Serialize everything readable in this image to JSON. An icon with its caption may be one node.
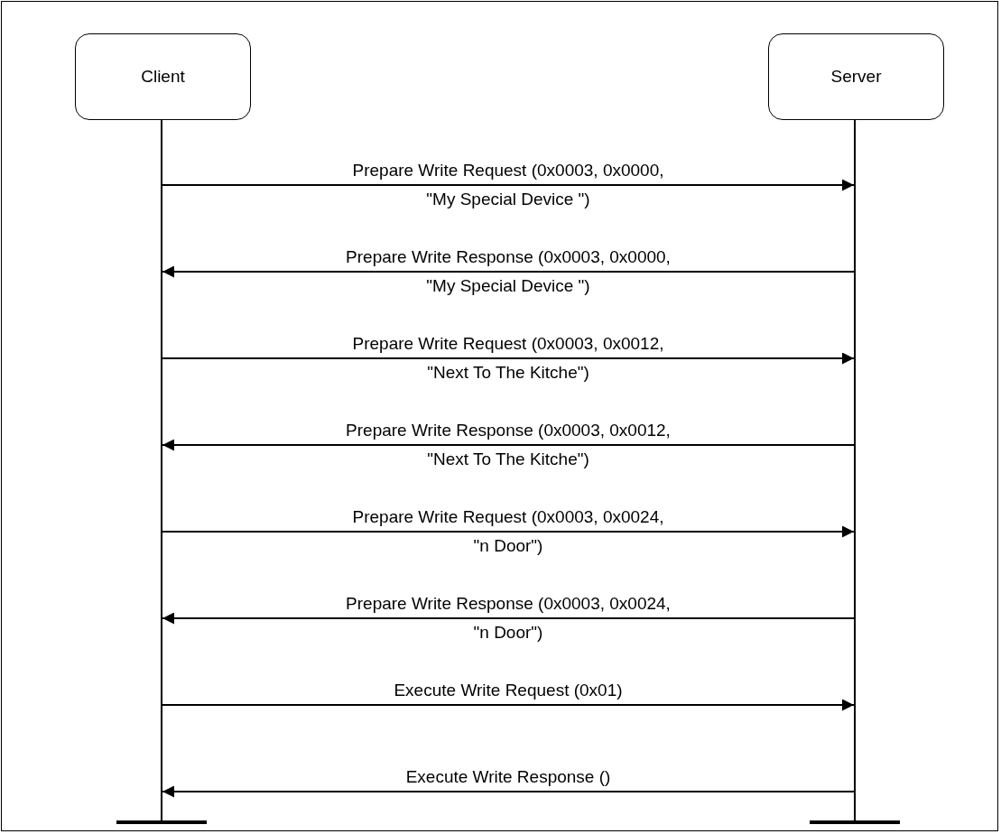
{
  "diagram": {
    "nodes": [
      {
        "text": [
          "Client"
        ]
      },
      {
        "text": [
          "Server"
        ]
      },
      {
        "text": [],
        "shape": "line"
      },
      {
        "text": [],
        "shape": "line"
      }
    ],
    "edges": [
      {
        "from": 2,
        "to": 3,
        "arrow": "to",
        "label": "Prepare Write Request (0x0003, 0x0000, \"My Special Device \")"
      },
      {
        "from": 3,
        "to": 2,
        "arrow": "to",
        "label": "Prepare Write Response (0x0003, 0x0000, \"My Special Device \")"
      },
      {
        "from": 2,
        "to": 3,
        "arrow": "to",
        "label": "Prepare Write Request (0x0003, 0x0012, \"Next To The Kitche\")"
      },
      {
        "from": 3,
        "to": 2,
        "arrow": "to",
        "label": "Prepare Write Response (0x0003, 0x0012, \"Next To The Kitche\")"
      },
      {
        "from": 2,
        "to": 3,
        "arrow": "to",
        "label": "Prepare Write Request (0x0003, 0x0024, \"n Door\")"
      },
      {
        "from": 3,
        "to": 2,
        "arrow": "to",
        "label": "Prepare Write Response (0x0003, 0x0024, \"n Door\")"
      },
      {
        "from": 2,
        "to": 3,
        "arrow": "to",
        "label": "Execute Write Request (0x01)"
      },
      {
        "from": 3,
        "to": 2,
        "arrow": "to",
        "label": "Execute Write Response ()"
      }
    ]
  }
}
